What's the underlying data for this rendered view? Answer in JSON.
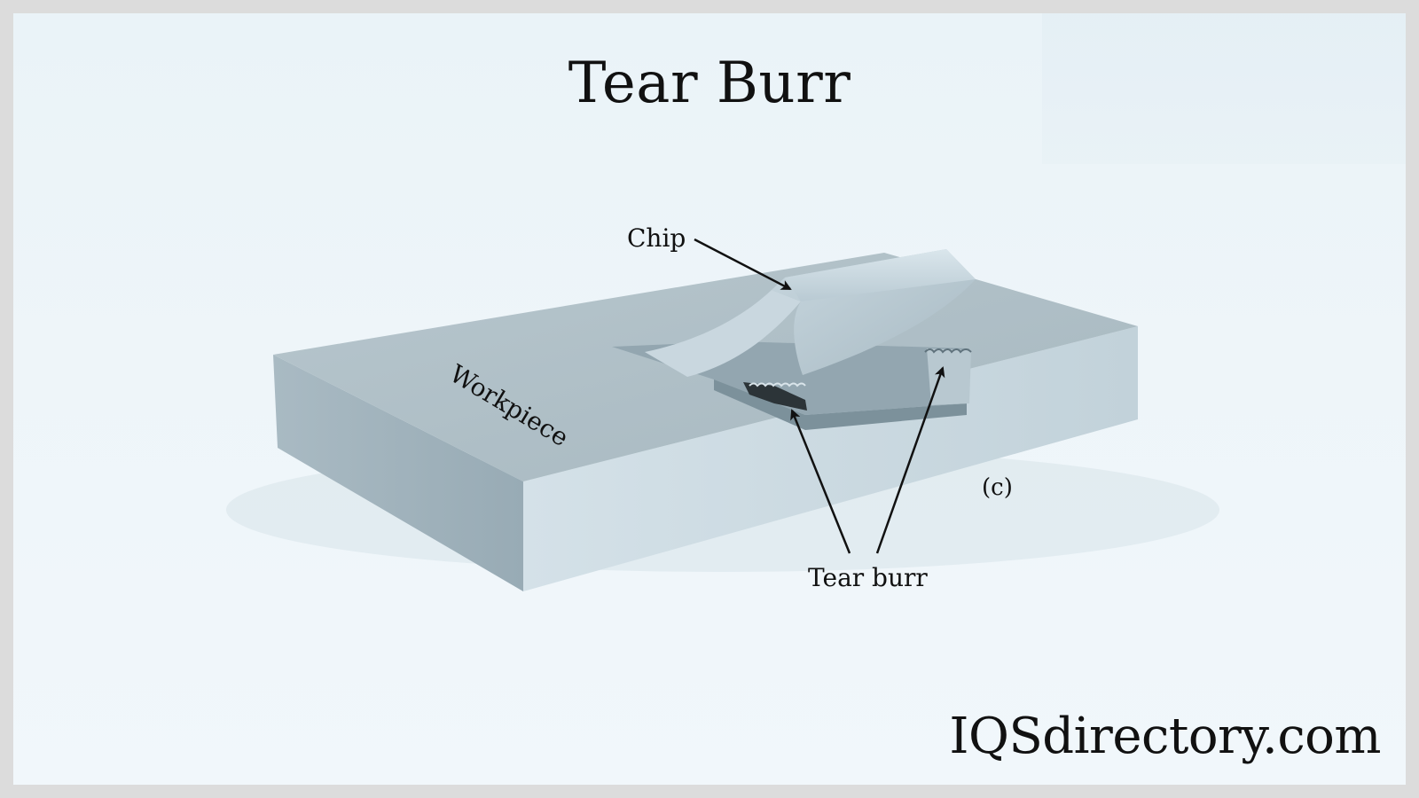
{
  "title": "Tear Burr",
  "labels": {
    "chip": "Chip",
    "workpiece": "Workpiece",
    "panel": "(c)",
    "tear_burr": "Tear burr"
  },
  "watermark": "IQSdirectory.com",
  "colors": {
    "background": "#eef5f9",
    "block_top": "#aebec6",
    "block_side": "#c9d8e0",
    "block_left": "#9fb2bc",
    "chip": "#cfdde5",
    "arrow": "#111111"
  }
}
